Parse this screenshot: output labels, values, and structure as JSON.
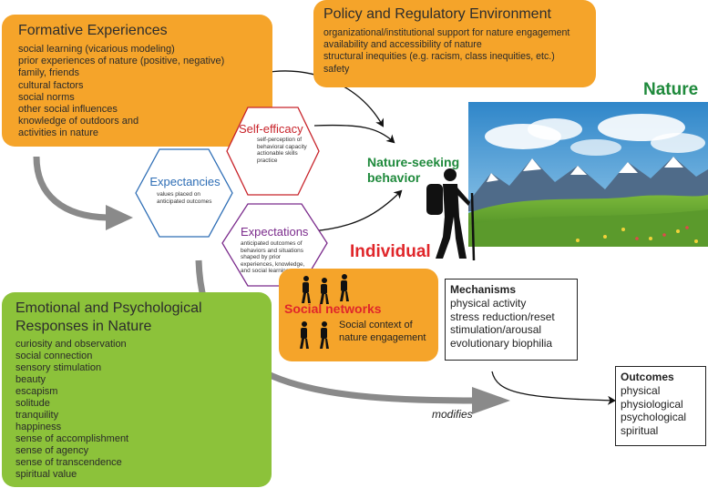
{
  "formative": {
    "title": "Formative Experiences",
    "items": [
      "social learning (vicarious modeling)",
      "prior experiences of nature (positive, negative)",
      "family, friends",
      "cultural factors",
      "social norms",
      "other social influences",
      "knowledge of outdoors and",
      "activities in nature"
    ]
  },
  "policy": {
    "title": "Policy and Regulatory Environment",
    "items": [
      "organizational/institutional support for nature engagement",
      "availability and accessibility of nature",
      "structural inequities (e.g. racism, class inequities, etc.)",
      "safety"
    ]
  },
  "self_efficacy": {
    "title": "Self-efficacy",
    "desc": [
      "self-perception of",
      "behavioral capacity",
      "actionable skills",
      "practice"
    ]
  },
  "expectancies": {
    "title": "Expectancies",
    "desc": [
      "values placed on",
      "anticipated outcomes"
    ]
  },
  "expectations": {
    "title": "Expectations",
    "desc": [
      "anticipated outcomes of",
      "behaviors and situations",
      "shaped by prior",
      "experiences, knowledge,",
      "and social learning"
    ]
  },
  "nature_seeking": {
    "line1": "Nature-seeking",
    "line2": "behavior"
  },
  "nature_label": "Nature",
  "individual_label": "Individual",
  "social_networks": {
    "title": "Social networks",
    "desc": [
      "Social context of",
      "nature engagement"
    ]
  },
  "mechanisms": {
    "title": "Mechanisms",
    "items": [
      "physical activity",
      "stress reduction/reset",
      "stimulation/arousal",
      "evolutionary biophilia"
    ]
  },
  "outcomes": {
    "title": "Outcomes",
    "items": [
      "physical",
      "physiological",
      "psychological",
      "spiritual"
    ]
  },
  "emotional": {
    "title1": "Emotional and Psychological",
    "title2": "Responses in Nature",
    "items": [
      "curiosity and observation",
      "social connection",
      "sensory stimulation",
      "beauty",
      "escapism",
      "solitude",
      "tranquility",
      "happiness",
      "sense of accomplishment",
      "sense of agency",
      "sense of transcendence",
      "spiritual value"
    ]
  },
  "modifies_label": "modifies",
  "colors": {
    "orange": "#f5a42a",
    "green": "#8cc23a",
    "nature_green": "#1f8a3c",
    "individual_red": "#e0262a",
    "social_red": "#e0262a",
    "self_efficacy_hex": "#c8242b",
    "expectancies_hex": "#2d6db5",
    "expectations_hex": "#7b2b8c"
  },
  "icons": [
    "hiker-icon",
    "group-of-hikers-icon",
    "mountain-landscape-icon",
    "arrow-icon"
  ]
}
